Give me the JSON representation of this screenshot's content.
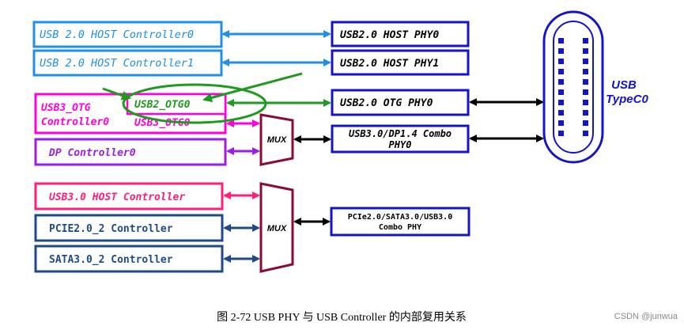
{
  "colors": {
    "light_blue": "#1f8fe8",
    "dark_blue": "#1414c8",
    "green": "#1e9a1e",
    "magenta": "#ff00dc",
    "purple": "#9a1ee8",
    "crimson": "#ff1e78",
    "navy": "#1e4a8c",
    "mux_fill": "#8a0a3a",
    "black": "#000000"
  },
  "controllers": {
    "usb20_host0": "USB 2.0 HOST Controller0",
    "usb20_host1": "USB 2.0 HOST Controller1",
    "usb3_otg_line1": "USB3_OTG",
    "usb3_otg_line2": "Controller0",
    "usb2_otg0": "USB2_OTG0",
    "usb3_otg0": "USB3_OTG0",
    "dp0": "DP Controller0",
    "usb30_host": "USB3.0 HOST Controller",
    "pcie": "PCIE2.0_2 Controller",
    "sata": "SATA3.0_2 Controller"
  },
  "phys": {
    "usb20_host_phy0": "USB2.0 HOST PHY0",
    "usb20_host_phy1": "USB2.0 HOST PHY1",
    "usb20_otg_phy0": "USB2.0 OTG PHY0",
    "combo_line1": "USB3.0/DP1.4 Combo",
    "combo_line2": "PHY0",
    "pcie_combo_line1": "PCIe2.0/SATA3.0/USB3.0",
    "pcie_combo_line2": "Combo PHY"
  },
  "mux_top": "MUX",
  "mux_bottom": "MUX",
  "typec_line1": "USB",
  "typec_line2": "TypeC0",
  "caption": "图 2-72 USB PHY 与 USB Controller 的内部复用关系",
  "watermark": "CSDN @junwua"
}
